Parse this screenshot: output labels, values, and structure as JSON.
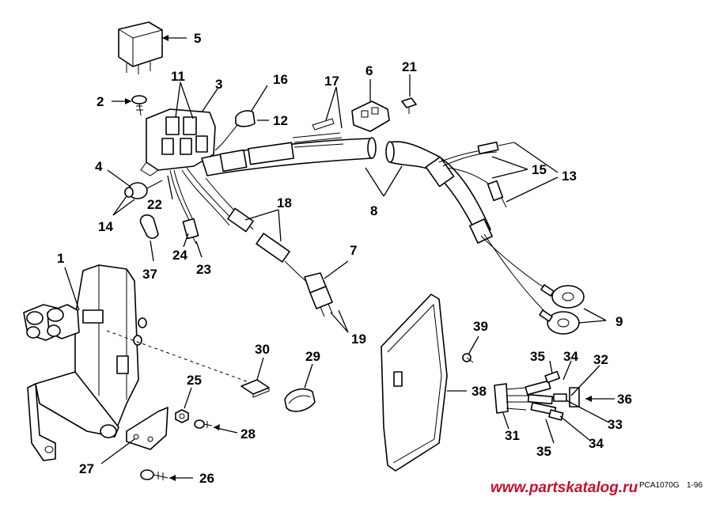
{
  "callouts": {
    "c1": "1",
    "c2": "2",
    "c3": "3",
    "c4": "4",
    "c5": "5",
    "c6": "6",
    "c7": "7",
    "c8": "8",
    "c9": "9",
    "c11": "11",
    "c12": "12",
    "c13": "13",
    "c14": "14",
    "c15": "15",
    "c16": "16",
    "c17": "17",
    "c18": "18",
    "c19": "19",
    "c21": "21",
    "c22": "22",
    "c23": "23",
    "c24": "24",
    "c25": "25",
    "c26": "26",
    "c27": "27",
    "c28": "28",
    "c29": "29",
    "c30": "30",
    "c31": "31",
    "c32": "32",
    "c33": "33",
    "c34a": "34",
    "c34b": "34",
    "c35a": "35",
    "c35b": "35",
    "c36": "36",
    "c37": "37",
    "c38": "38",
    "c39": "39"
  },
  "drawing_code": "PCA1070G",
  "drawing_date": "1-96",
  "watermark": "www.partskatalog.ru",
  "colors": {
    "line": "#000000",
    "background": "#ffffff",
    "watermark": "#c8102e"
  }
}
